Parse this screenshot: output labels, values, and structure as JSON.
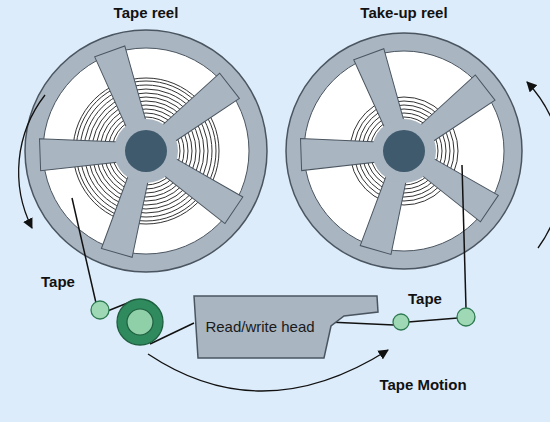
{
  "diagram": {
    "nodes": [
      {
        "text": [
          "Read/write head"
        ]
      }
    ],
    "labels": [
      "Tape reel",
      "Take-up reel",
      "Tape",
      "Tape",
      "Tape Motion"
    ]
  }
}
